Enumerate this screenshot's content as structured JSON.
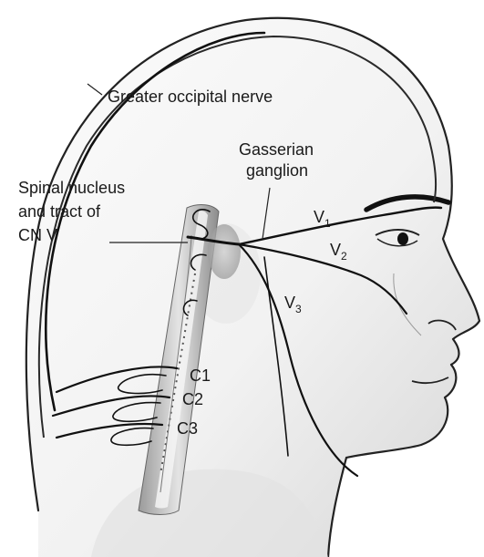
{
  "labels": {
    "greater_occipital_nerve": "Greater occipital nerve",
    "gasserian_ganglion": [
      "Gasserian",
      "ganglion"
    ],
    "spinal_nucleus": [
      "Spinal nucleus",
      "and tract of",
      "CN V"
    ],
    "v1": {
      "main": "V",
      "sub": "1"
    },
    "v2": {
      "main": "V",
      "sub": "2"
    },
    "v3": {
      "main": "V",
      "sub": "3"
    },
    "c1": "C1",
    "c2": "C2",
    "c3": "C3"
  },
  "colors": {
    "skin_light": "#f4f4f4",
    "skin_shade": "#d9d9d9",
    "spinal_column": "#bdbdbd",
    "nerve": "#111111"
  }
}
